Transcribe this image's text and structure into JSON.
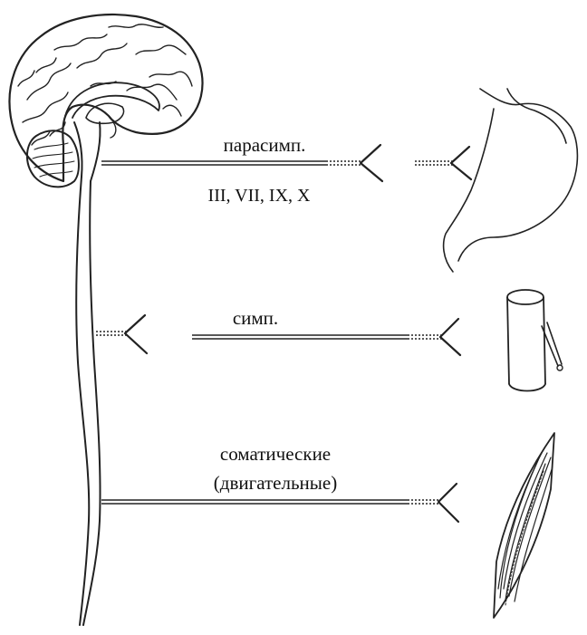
{
  "labels": {
    "parasympathetic": "парасимп.",
    "cranial_nerves": "III, VII, IX, X",
    "sympathetic": "симп.",
    "somatic_line1": "соматические",
    "somatic_line2": "(двигательные)"
  },
  "colors": {
    "ink": "#222222",
    "background": "#ffffff"
  }
}
